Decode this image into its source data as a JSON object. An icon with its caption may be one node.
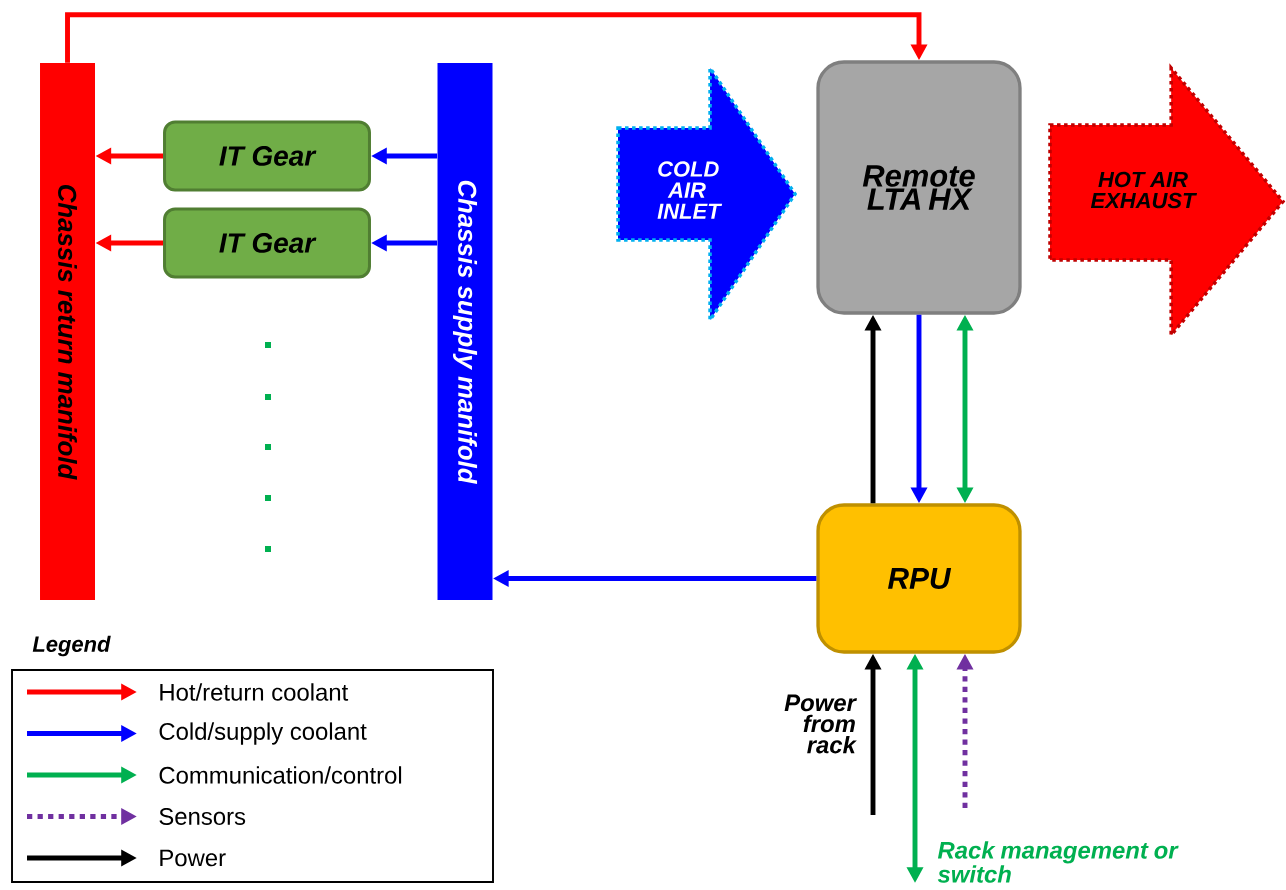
{
  "diagram": {
    "nodes": [
      {
        "text": [
          "Chassis return manifold"
        ]
      },
      {
        "text": [
          "IT Gear"
        ]
      },
      {
        "text": [
          "IT Gear"
        ]
      },
      {
        "text": [
          "Chassis supply manifold"
        ]
      },
      {
        "text": [
          "COLD AIR INLET"
        ]
      },
      {
        "text": [
          "Remote LTA HX"
        ]
      },
      {
        "text": [
          "HOT AIR EXHAUST"
        ]
      },
      {
        "text": [
          "RPU"
        ]
      },
      {
        "text": [
          "Rack management or switch"
        ]
      }
    ],
    "edges": [
      {
        "from": 0,
        "to": 5,
        "arrow": "to",
        "color": "#ff0000"
      },
      {
        "from": 1,
        "to": 0,
        "arrow": "to",
        "color": "#ff0000"
      },
      {
        "from": 2,
        "to": 0,
        "arrow": "to",
        "color": "#ff0000"
      },
      {
        "from": 3,
        "to": 1,
        "arrow": "to",
        "color": "#0000ff"
      },
      {
        "from": 3,
        "to": 2,
        "arrow": "to",
        "color": "#0000ff"
      },
      {
        "from": 7,
        "to": 3,
        "arrow": "to",
        "color": "#0000ff"
      },
      {
        "from": 5,
        "to": 7,
        "arrow": "to",
        "color": "#0000ff"
      },
      {
        "from": 7,
        "to": 5,
        "arrow": "to",
        "color": "#000000"
      },
      {
        "from": 5,
        "to": 7,
        "arrow": "both",
        "color": "#00b050"
      },
      {
        "from": null,
        "to": 7,
        "arrow": "to",
        "label": "Power from rack",
        "color": "#000000"
      },
      {
        "from": 7,
        "to": 8,
        "arrow": "both",
        "color": "#00b050"
      },
      {
        "from": null,
        "to": 7,
        "arrow": "to",
        "style": "dashed",
        "color": "#7030a0"
      }
    ],
    "labels": [
      "Legend"
    ],
    "legend": [
      {
        "text": "Hot/return coolant"
      },
      {
        "text": "Cold/supply coolant"
      },
      {
        "text": "Communication/control"
      },
      {
        "text": "Sensors"
      },
      {
        "text": "Power"
      }
    ]
  }
}
